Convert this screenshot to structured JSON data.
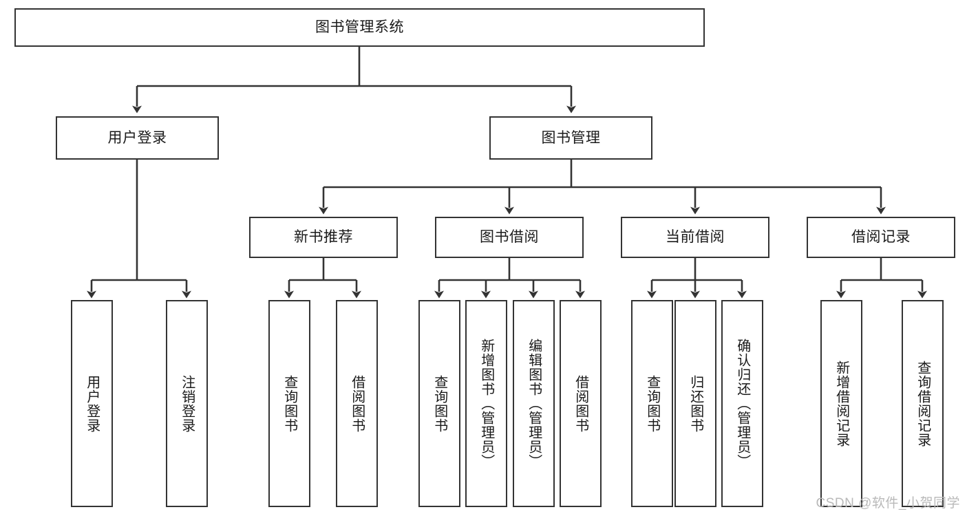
{
  "diagram": {
    "title": "图书管理系统",
    "type": "tree-hierarchy-diagram",
    "colors": {
      "box_border": "#333333",
      "box_fill": "#ffffff",
      "edge": "#333333",
      "background": "#ffffff",
      "watermark": "#b9b9b9"
    },
    "levels": {
      "root": {
        "label": "图书管理系统"
      },
      "level2": [
        {
          "label": "用户登录"
        },
        {
          "label": "图书管理"
        }
      ],
      "level3": [
        {
          "label": "新书推荐"
        },
        {
          "label": "图书借阅"
        },
        {
          "label": "当前借阅"
        },
        {
          "label": "借阅记录"
        }
      ],
      "leaves": {
        "user_login": [
          {
            "label": "用户登录"
          },
          {
            "label": "注销登录"
          }
        ],
        "new_book_recommend": [
          {
            "label": "查询图书"
          },
          {
            "label": "借阅图书"
          }
        ],
        "book_borrow": [
          {
            "label": "查询图书"
          },
          {
            "label": "新增图书（管理员）"
          },
          {
            "label": "编辑图书（管理员）"
          },
          {
            "label": "借阅图书"
          }
        ],
        "current_borrow": [
          {
            "label": "查询图书"
          },
          {
            "label": "归还图书"
          },
          {
            "label": "确认归还（管理员）"
          }
        ],
        "borrow_record": [
          {
            "label": "新增借阅记录"
          },
          {
            "label": "查询借阅记录"
          }
        ]
      }
    }
  },
  "watermark": {
    "text": "CSDN @软件_小贺同学"
  }
}
